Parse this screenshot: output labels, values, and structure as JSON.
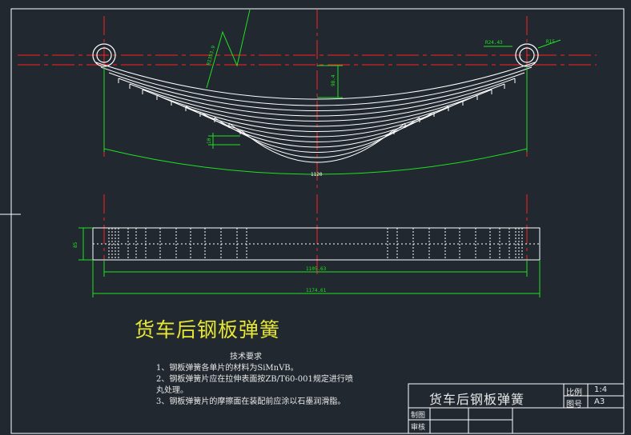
{
  "title_large": "货车后钢板弹簧",
  "tech_requirements": {
    "heading": "技术要求",
    "items": [
      "1、钢板弹簧各单片的材料为SiMnVB。",
      "2、钢板弹簧片应在拉伸表面按ZB/T60-001规定进行喷",
      "丸处理。",
      "3、钢板弹簧片的摩擦面在装配前应涂以石墨润滑脂。"
    ]
  },
  "title_block": {
    "name": "货车后钢板弹簧",
    "scale_label": "比例",
    "scale_value": "1:4",
    "sheet_label": "图号",
    "sheet_value": "A3",
    "drawn_label": "制图",
    "checked_label": "审核"
  },
  "dimensions": {
    "eye_radius": "R1353.9",
    "top_right_a": "R24.43",
    "top_right_b": "R15",
    "camber": "98.4",
    "leaf_thickness": "10",
    "arc_length": "1120",
    "width": "85",
    "inner_length": "1105.63",
    "overall_length": "1174.61"
  },
  "colors": {
    "background": "#212830",
    "outline": "#ffffff",
    "center_line": "#ff2020",
    "dimension": "#20e020",
    "title": "#e6e633"
  }
}
